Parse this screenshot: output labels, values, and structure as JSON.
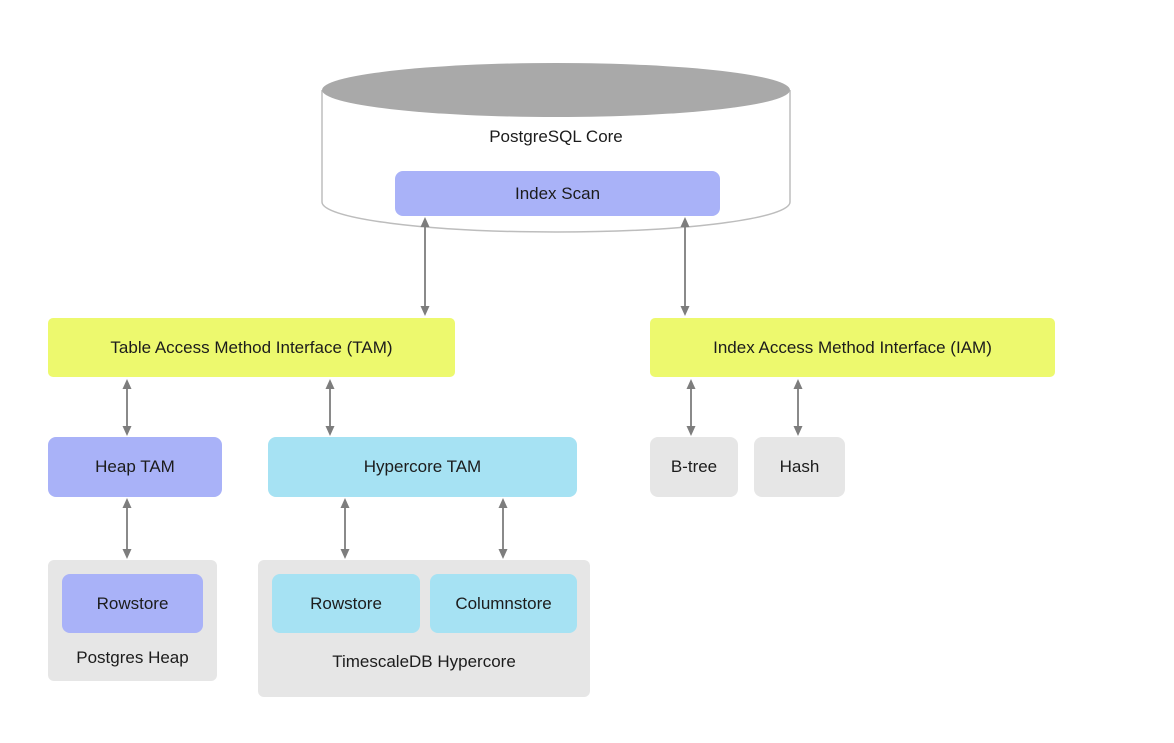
{
  "colors": {
    "purple": "#a9b2f8",
    "cyan": "#a6e2f3",
    "yellow": "#edf96e",
    "gray-box": "#e6e6e6",
    "cylinder-top": "#a9a9a9",
    "cylinder-stroke": "#bdbdbd",
    "arrow": "#7d7d7d",
    "text": "#1c1c1c"
  },
  "nodes": {
    "core": "PostgreSQL Core",
    "index_scan": "Index Scan",
    "tam": "Table Access Method Interface (TAM)",
    "iam": "Index Access Method Interface (IAM)",
    "heap_tam": "Heap TAM",
    "hypercore_tam": "Hypercore TAM",
    "btree": "B-tree",
    "hash": "Hash",
    "postgres_heap": "Postgres Heap",
    "heap_rowstore": "Rowstore",
    "timescaledb_hypercore": "TimescaleDB Hypercore",
    "hypercore_rowstore": "Rowstore",
    "hypercore_columnstore": "Columnstore"
  }
}
